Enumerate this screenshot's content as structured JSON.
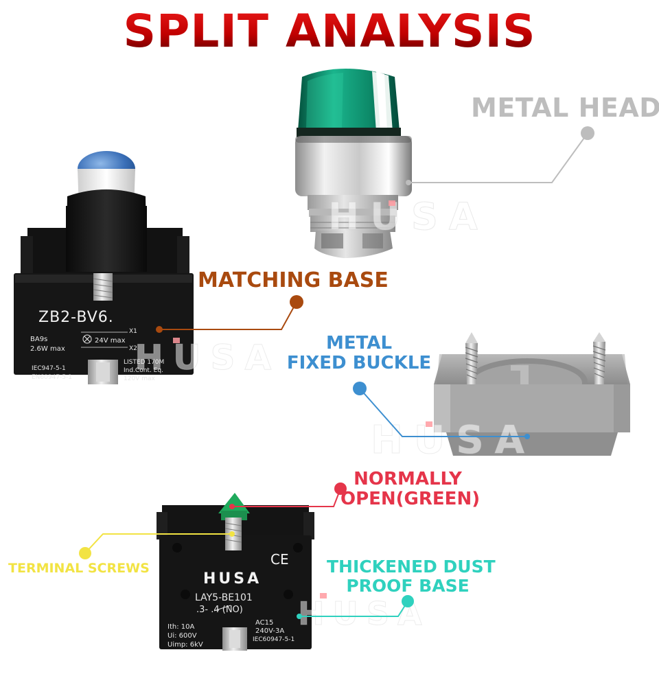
{
  "title": "SPLIT ANALYSIS",
  "labels": {
    "metal_head": "METAL HEAD",
    "matching_base": "MATCHING BASE",
    "metal_fixed_buckle": [
      "METAL",
      "FIXED BUCKLE"
    ],
    "normally_open": [
      "NORMALLY",
      "OPEN(GREEN)"
    ],
    "terminal_screws": "TERMINAL SCREWS",
    "thickened_dust_proof_base": [
      "THICKENED DUST",
      "PROOF BASE"
    ]
  },
  "watermark": "HUSA",
  "lamp_block": {
    "model": "ZB2-BV6.",
    "socket": "BA9s",
    "power": "2.6W max",
    "voltage": "24V max",
    "x1": "X1",
    "x2": "X2",
    "standard_1": "IEC947-5-1",
    "standard_2": "EN60947-5-1",
    "listing_1": "LISTED 170M",
    "listing_2": "Ind.Cont. Eq.",
    "listing_3": "120V max"
  },
  "contact_block": {
    "brand": "HUSA",
    "ce_mark": "CE",
    "model": "LAY5-BE101",
    "contact": ".3-   .4 (NO)",
    "ith": "Ith: 10A",
    "ui": "Ui: 600V",
    "uimp": "Uimp: 6kV",
    "category": "AC15",
    "rating": "240V-3A",
    "standard": "IEC60947-5-1"
  },
  "colors": {
    "title_red": "#c00000",
    "metal_head": "#bdbdbd",
    "matching_base": "#a94a0f",
    "metal_fixed_buckle": "#3d8fd0",
    "normally_open": "#e5354a",
    "terminal_screws": "#f2e343",
    "dust_proof_base": "#2fd1be"
  }
}
